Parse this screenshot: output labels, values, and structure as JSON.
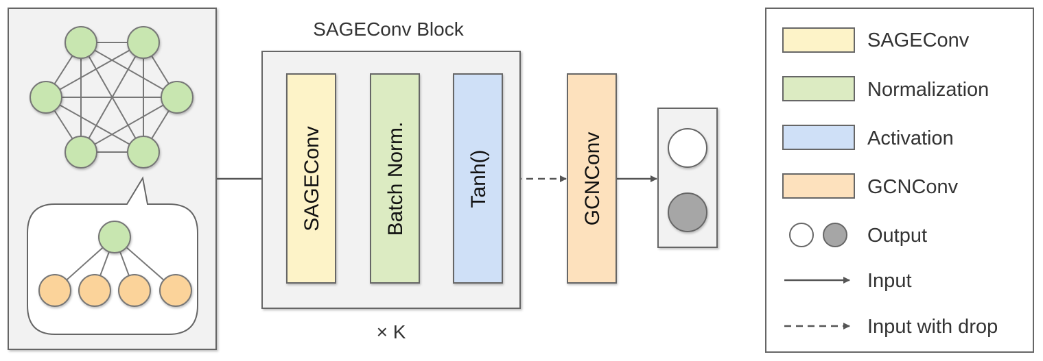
{
  "block": {
    "title": "SAGEConv Block",
    "repeat": "× K",
    "layers": [
      {
        "label": "SAGEConv",
        "color": "#fdf3c8"
      },
      {
        "label": "Batch Norm.",
        "color": "#dcebc2"
      },
      {
        "label": "Tanh()",
        "color": "#cfe0f7"
      }
    ]
  },
  "gcn_layer": {
    "label": "GCNConv",
    "color": "#fde1bd"
  },
  "legend": {
    "items": [
      {
        "label": "SAGEConv",
        "swatch": "#fdf3c8"
      },
      {
        "label": "Normalization",
        "swatch": "#dcebc2"
      },
      {
        "label": "Activation",
        "swatch": "#cfe0f7"
      },
      {
        "label": "GCNConv",
        "swatch": "#fde1bd"
      },
      {
        "label": "Output"
      },
      {
        "label": "Input"
      },
      {
        "label": "Input with drop"
      }
    ]
  },
  "colors": {
    "graph_node": "#c8e6b0",
    "neighbor_node": "#fbd39a",
    "output_node_a": "#ffffff",
    "output_node_b": "#a6a6a6",
    "panel_fill": "#f2f2f2",
    "stroke": "#555555"
  }
}
